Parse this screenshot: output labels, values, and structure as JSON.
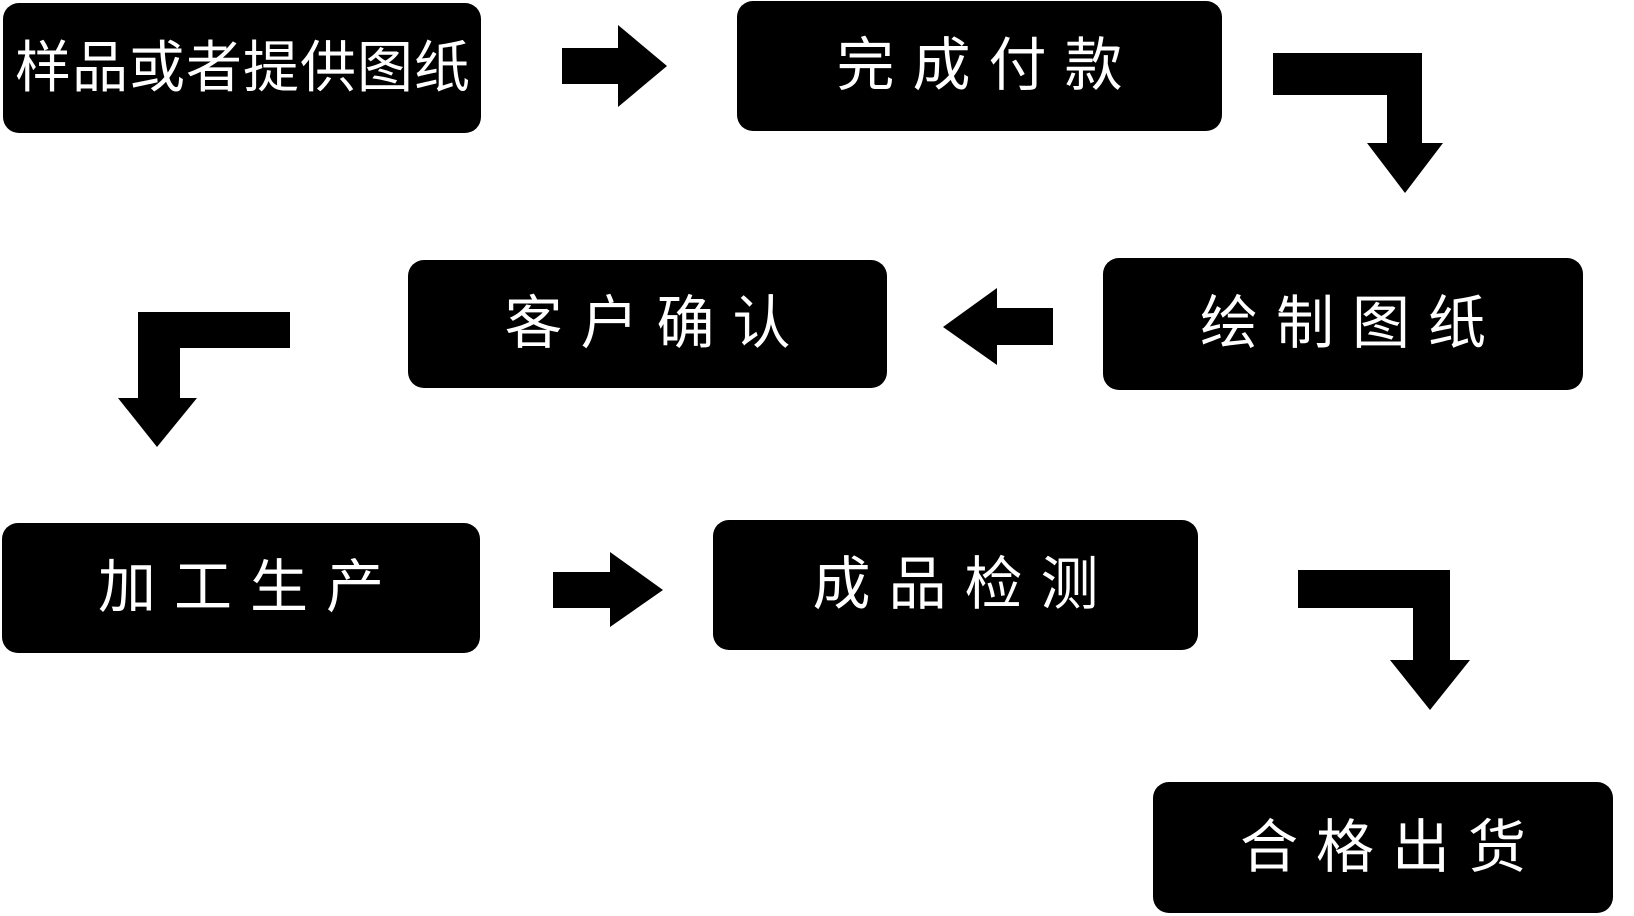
{
  "flowchart": {
    "title": "production-process-flowchart",
    "steps": [
      {
        "id": "step-1",
        "label": "样品或者提供图纸"
      },
      {
        "id": "step-2",
        "label": "完成付款"
      },
      {
        "id": "step-3",
        "label": "绘制图纸"
      },
      {
        "id": "step-4",
        "label": "客户确认"
      },
      {
        "id": "step-5",
        "label": "加工生产"
      },
      {
        "id": "step-6",
        "label": "成品检测"
      },
      {
        "id": "step-7",
        "label": "合格出货"
      }
    ],
    "connections": [
      {
        "from": "step-1",
        "to": "step-2",
        "direction": "right"
      },
      {
        "from": "step-2",
        "to": "step-3",
        "direction": "right-then-down"
      },
      {
        "from": "step-3",
        "to": "step-4",
        "direction": "left"
      },
      {
        "from": "step-4",
        "to": "step-5",
        "direction": "left-then-down"
      },
      {
        "from": "step-5",
        "to": "step-6",
        "direction": "right"
      },
      {
        "from": "step-6",
        "to": "step-7",
        "direction": "right-then-down"
      }
    ],
    "colors": {
      "background": "#ffffff",
      "node_background": "#000000",
      "node_text": "#ffffff",
      "arrow": "#000000"
    }
  }
}
